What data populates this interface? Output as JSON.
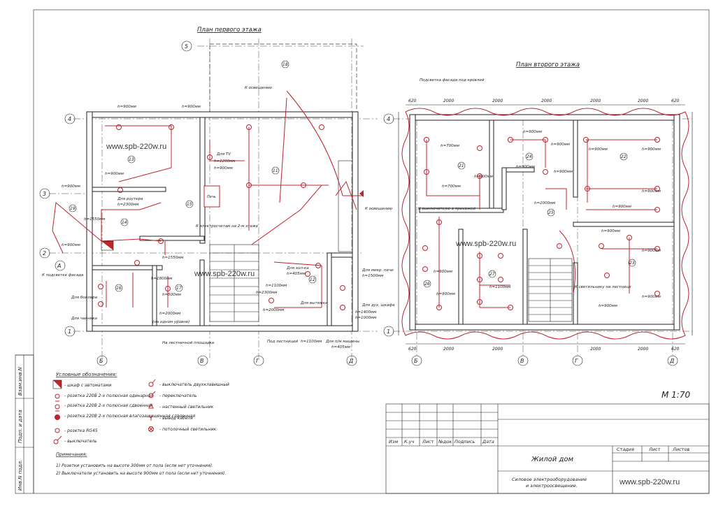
{
  "titles": {
    "plan_first": "План первого этажа",
    "plan_second": "План второго этажа",
    "scale": "М 1:70",
    "watermark": "www.spb-220w.ru"
  },
  "axes": {
    "first_cols": [
      "Б",
      "В",
      "Г",
      "Д"
    ],
    "first_rows": [
      "5",
      "4",
      "3",
      "2",
      "1"
    ],
    "first_extra": "А",
    "second_cols": [
      "Б",
      "В",
      "Г",
      "Д"
    ],
    "second_rows": [
      "4",
      "1"
    ]
  },
  "rooms_first": [
    "18",
    "13",
    "11",
    "19",
    "14",
    "15",
    "16",
    "17",
    "12",
    "Печь"
  ],
  "rooms_second": [
    "21",
    "24",
    "22",
    "25",
    "26",
    "27",
    "23"
  ],
  "notes_first": {
    "to_lighting": "К освещению",
    "h900_a": "h=900мм",
    "h900_b": "h=900мм",
    "for_tv": "Для ТV",
    "h1200": "h=1200мм",
    "h900_c": "h=900мм",
    "for_router": "Для роутера",
    "h2300": "h=2300мм",
    "h900_d": "h=900мм",
    "h1550": "h=1550мм",
    "h900_e": "h=900мм",
    "to_facade": "К подсветке фасада",
    "to_floor2": "К электросчетам на 2-м этаже",
    "for_hob": "Для хол-ка",
    "h405": "h=405мм",
    "h1100": "h=1100мм",
    "h2300b": "h=2300мм",
    "for_hood": "Для вытяжки",
    "h2000": "h=2000мм",
    "for_micro": "Для микр. печи",
    "h1500": "h=1500мм",
    "for_oven": "Для дух. шкафа",
    "h1400": "h=1400мм",
    "h1000": "h=1000мм",
    "for_boiler": "Для бойлера",
    "for_kettle": "Для чайника",
    "h1800": "h=1800мм",
    "h1000b": "h=1000мм",
    "h500": "h=500мм",
    "h1550b": "h=1550мм",
    "h2000b": "h=2000мм",
    "one_level": "(на одном уровне)",
    "to_stair": "На лестничной площадке",
    "under_stairs": "Под лестницей",
    "h1100b": "h=1100мм",
    "for_dw": "Для п/м машины",
    "h405b": "h=405мм",
    "to_light2": "К освещению",
    "h900f": "h=900мм"
  },
  "notes_second": {
    "facade_light": "Подсветка фасада под кровлей",
    "to_switch": "К выключателю в прихожей",
    "to_stair_light": "К светильнику на лестнице",
    "h700a": "h=700мм",
    "h700b": "h=700мм",
    "h900a": "h=900мм",
    "h900b": "h=900мм",
    "h900c": "h=900мм",
    "h900d": "h=900мм",
    "h900e": "h=900мм",
    "h900f": "h=900мм",
    "h900g": "h=900мм",
    "h900h": "h=900мм",
    "h900i": "h=900мм",
    "h900j": "h=900мм",
    "h900k": "h=900мм",
    "h900l": "h=900мм",
    "h900m": "h=900мм",
    "h2000": "h=2000мм",
    "h1100": "h=1100мм",
    "h900n": "h=900мм",
    "h900o": "h=900мм"
  },
  "dims_second_top": [
    "620",
    "2000",
    "2000",
    "2000",
    "2000",
    "2000",
    "620"
  ],
  "dims_second_bottom": [
    "620",
    "2000",
    "2000",
    "2000",
    "2000",
    "620"
  ],
  "legend": {
    "title": "Условные обозначения:",
    "items": [
      "- шкаф с автоматами",
      "- розетка 220В 2-х полюсная одинарная",
      "- розетка 220В 2-х полюсная сдвоенная",
      "- розетка 220В 2-х полюсная влагозащищенная сдвоенная",
      "- розетка RG45",
      "- выключатель",
      "- выключатель двухклавишный",
      "- переключатель",
      "- настенный светильник",
      "- вывод кабеля",
      "- потолочный светильник"
    ]
  },
  "remarks": {
    "title": "Примечания:",
    "lines": [
      "1) Розетки установить на высоте 300мм от пола (если нет уточнения).",
      "2) Выключатели установить на высоте 900мм от пола (если нет уточнения)."
    ]
  },
  "stamp": {
    "cols": [
      "Изм",
      "К.уч",
      "Лист",
      "№док",
      "Подпись",
      "Дата"
    ],
    "stage": "Стадия",
    "sheet": "Лист",
    "sheets": "Листов",
    "title": "Жилой дом",
    "subtitle": "Силовое электрооборудование и электроосвещение.",
    "site": "www.spb-220w.ru"
  },
  "side_labels": [
    "Взам.инв.N",
    "Подп. и дата",
    "Инв.N подл."
  ]
}
